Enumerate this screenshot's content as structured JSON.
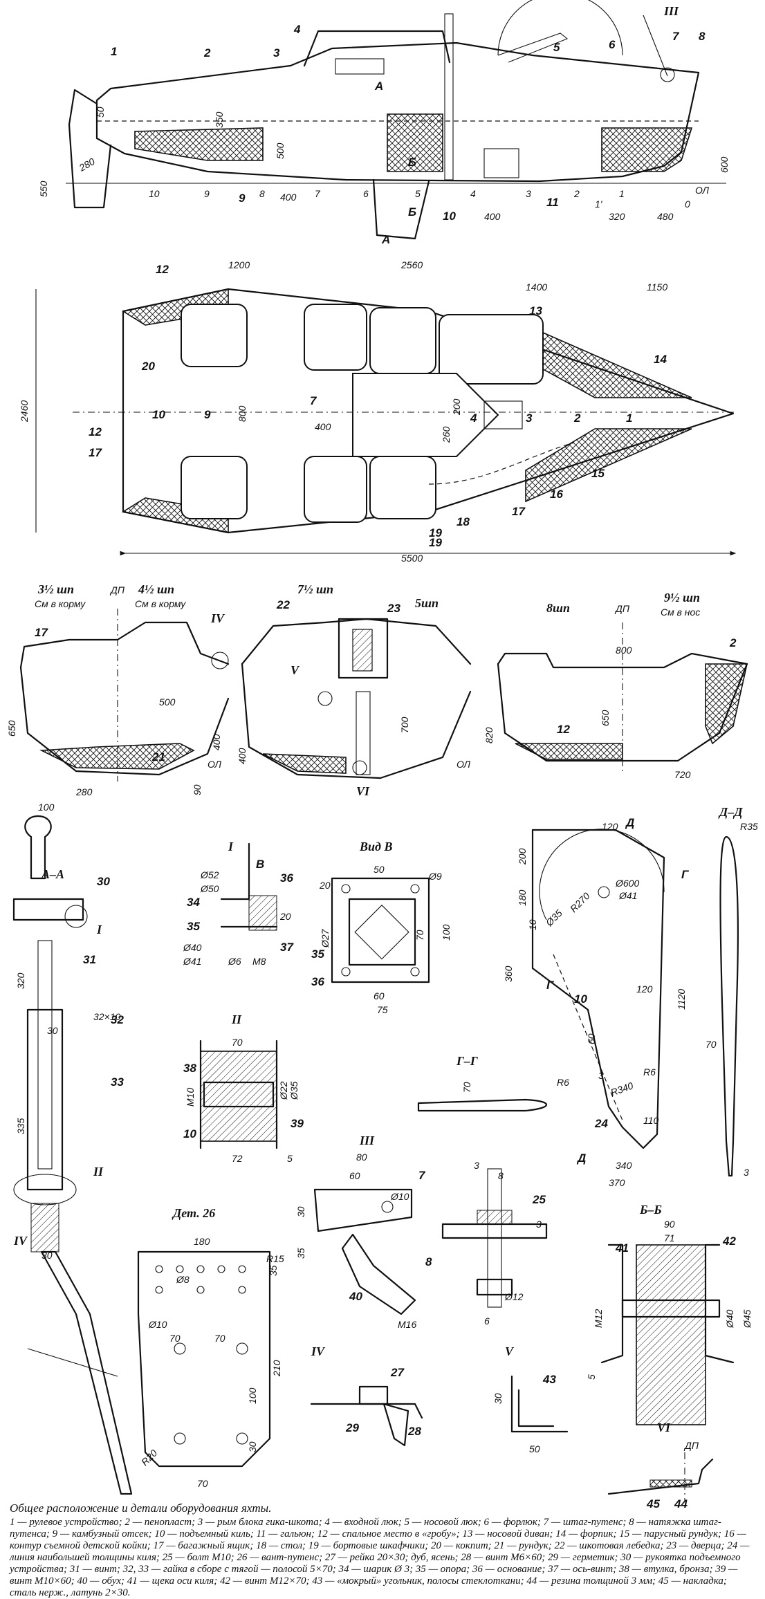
{
  "caption": {
    "title": "Общее расположение и детали оборудования яхты.",
    "legend": "1 — рулевое устройство; 2 — пенопласт; 3 — рым блока гика-шкота; 4 — входной люк; 5 — носовой люк; 6 — форлюк; 7 — штаг-путенс; 8 — натяжка штаг-путенса; 9 — камбузный отсек; 10 — подъемный киль; 11 — гальюн; 12 — спальное место в «гробу»; 13 — носовой диван; 14 — форпик; 15 — парусный рундук; 16 — контур съемной детской койки; 17 — багажный ящик; 18 — стол; 19 — бортовые шкафчики; 20 — кокпит; 21 — рундук; 22 — шкотовая лебедка; 23 — дверца; 24 — линия наибольшей толщины киля; 25 — болт М10; 26 — вант-путенс; 27 — рейка 20×30; дуб, ясень; 28 — винт М6×60; 29 — герметик; 30 — рукоятка подъемного устройства; 31 — винт; 32, 33 — гайка в сборе с тягой — полосой 5×70; 34 — шарик Ø 3; 35 — опора; 36 — основание; 37 — ось-винт; 38 — втулка, бронза; 39 — винт М10×60; 40 — обух; 41 — щека оси киля; 42 — винт М12×70; 43 — «мокрый» угольник, полосы стеклоткани; 44 — резина толщиной 3 мм; 45 — накладка; сталь нерж., латунь 2×30."
  },
  "profile": {
    "labels": [
      "1",
      "2",
      "3",
      "4",
      "5",
      "6",
      "7",
      "8",
      "9",
      "10",
      "11",
      "III"
    ],
    "dims": [
      "50",
      "350",
      "500",
      "280",
      "550",
      "400",
      "400",
      "320",
      "480",
      "600",
      "ОЛ"
    ],
    "stations": [
      "10",
      "9",
      "8",
      "7",
      "6",
      "5",
      "4",
      "3",
      "2",
      "1",
      "1'",
      "0"
    ],
    "section_marks": [
      "А",
      "А",
      "Б",
      "Б"
    ]
  },
  "plan": {
    "dims": [
      "1200",
      "2560",
      "1400",
      "1150",
      "2460",
      "800",
      "400",
      "260",
      "200",
      "5500"
    ],
    "labels": [
      "12",
      "13",
      "14",
      "20",
      "10",
      "9",
      "7",
      "4",
      "3",
      "2",
      "1",
      "12",
      "17",
      "15",
      "16",
      "17",
      "18",
      "19",
      "19"
    ]
  },
  "sections": {
    "a": {
      "titles": [
        "3½ шп",
        "См в корму",
        "ДП",
        "4½ шп",
        "См в корму"
      ],
      "dims": [
        "500",
        "650",
        "400",
        "280",
        "90",
        "ОЛ"
      ],
      "labels": [
        "17",
        "IV",
        "21"
      ]
    },
    "b": {
      "titles": [
        "7½ шп",
        "5шп"
      ],
      "dims": [
        "400",
        "700",
        "ОЛ"
      ],
      "labels": [
        "22",
        "23",
        "V",
        "VI"
      ]
    },
    "c": {
      "titles": [
        "8шп",
        "ДП",
        "9½ шп",
        "См в нос"
      ],
      "dims": [
        "800",
        "650",
        "820",
        "720"
      ],
      "labels": [
        "12",
        "2"
      ]
    }
  },
  "details": {
    "lifting": {
      "title": "А–А",
      "dims": [
        "100",
        "320",
        "32×10",
        "335",
        "30"
      ],
      "labels": [
        "30",
        "31",
        "32",
        "33",
        "I",
        "II"
      ]
    },
    "node_I": {
      "title": "I",
      "dims": [
        "Ø52",
        "Ø50",
        "Ø40",
        "Ø41",
        "Ø6",
        "М8",
        "20"
      ],
      "labels": [
        "В",
        "34",
        "35",
        "36",
        "37"
      ]
    },
    "view_B": {
      "title": "Вид В",
      "dims": [
        "50",
        "Ø9",
        "Ø27",
        "70",
        "100",
        "20",
        "60",
        "75"
      ],
      "labels": [
        "35",
        "36"
      ]
    },
    "keel": {
      "dims": [
        "120",
        "200",
        "180",
        "360",
        "10",
        "Ø600",
        "Ø41",
        "Ø35",
        "R270",
        "1120",
        "120",
        "60",
        "3",
        "R6",
        "R340",
        "110",
        "340",
        "370"
      ],
      "labels": [
        "Д",
        "Г",
        "Г",
        "Д",
        "10",
        "24"
      ]
    },
    "section_DD": {
      "title": "Д–Д",
      "dims": [
        "R35",
        "70",
        "3"
      ]
    },
    "section_GG": {
      "title": "Г–Г",
      "dims": [
        "70",
        "R6"
      ]
    },
    "node_II": {
      "title": "II",
      "dims": [
        "70",
        "М10",
        "Ø22",
        "Ø35",
        "72",
        "5"
      ],
      "labels": [
        "38",
        "10",
        "39"
      ]
    },
    "node_III": {
      "title": "III",
      "dims": [
        "80",
        "60",
        "30",
        "Ø10",
        "35",
        "М16"
      ],
      "labels": [
        "7",
        "40",
        "8"
      ]
    },
    "bolt_25": {
      "dims": [
        "3",
        "8",
        "3",
        "Ø12",
        "6"
      ],
      "labels": [
        "25"
      ]
    },
    "det26": {
      "title": "Дет. 26",
      "dims": [
        "180",
        "Ø8",
        "R15",
        "35",
        "Ø10",
        "70",
        "70",
        "210",
        "100",
        "30",
        "R20",
        "70"
      ]
    },
    "section_BB": {
      "title": "Б–Б",
      "dims": [
        "90",
        "71",
        "М12",
        "Ø40",
        "Ø45",
        "5"
      ],
      "labels": [
        "41",
        "42"
      ]
    },
    "node_IV": {
      "title": "IV",
      "dims": [
        "30"
      ],
      "labels": [
        "27",
        "29",
        "28"
      ]
    },
    "node_V": {
      "title": "V",
      "dims": [
        "30",
        "50"
      ],
      "labels": [
        "43"
      ]
    },
    "node_VI": {
      "title": "VI",
      "dims": [
        "ДП"
      ],
      "labels": [
        "45",
        "44"
      ]
    }
  }
}
